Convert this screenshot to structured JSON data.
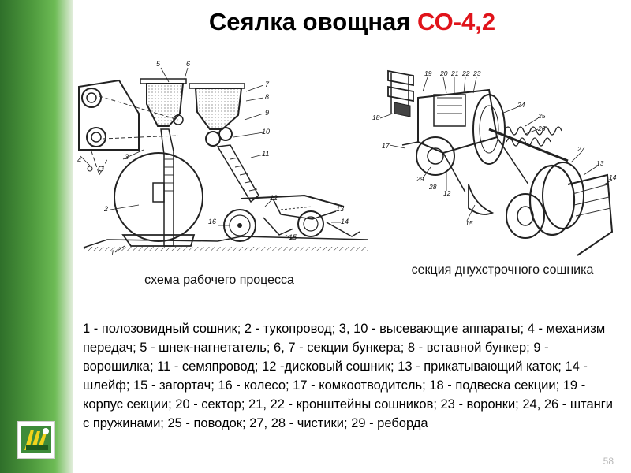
{
  "title": {
    "main": "Сеялка овощная ",
    "model": "СО-4,2"
  },
  "figures": {
    "left_caption": "схема рабочего процесса",
    "right_caption": "секция днухстрочного сошника",
    "left_labels": [
      "1",
      "2",
      "3",
      "4",
      "5",
      "6",
      "7",
      "8",
      "9",
      "10",
      "11",
      "12",
      "13",
      "14",
      "15",
      "16"
    ],
    "right_labels": [
      "12",
      "13",
      "15",
      "17",
      "18",
      "19",
      "20",
      "21",
      "22",
      "23",
      "24",
      "25",
      "26",
      "27",
      "28",
      "29"
    ]
  },
  "legend": "1 - полозовидный сошник; 2 - тукопровод; 3, 10 - высевающие аппараты; 4 - механизм передач; 5 - шнек-нагнетатель; 6, 7 - секции бункера; 8 - вставной бункер; 9 - ворошилка; 11 - семяпровод; 12 -дисковый сошник; 13 - прикатывающий каток; 14 - шлейф; 15 - загортач; 16 - колесо; 17 - комкоотводитсль; 18 - подвеска секции; 19 - корпус секции; 20 - сектор; 21, 22 - кронштейны сошников; 23 - воронки; 24, 26 - штанги с пружинами; 25 - поводок; 27, 28 - чистики; 29 - реборда",
  "page_number": "58",
  "colors": {
    "accent": "#e0131a",
    "sidebar": "#4f9b3e"
  },
  "icons": {
    "logo": "university-logo-icon"
  }
}
